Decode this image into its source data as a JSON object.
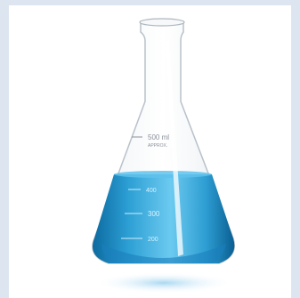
{
  "flask": {
    "volume_mark": "500 ml",
    "approx_label": "APPROX.",
    "grad_upper": "400",
    "grad_middle": "300",
    "grad_lower": "200",
    "liquid_color": "#2fa3d6",
    "liquid_dark": "#0e6fa6",
    "glass_edge": "#b9c1c9"
  }
}
